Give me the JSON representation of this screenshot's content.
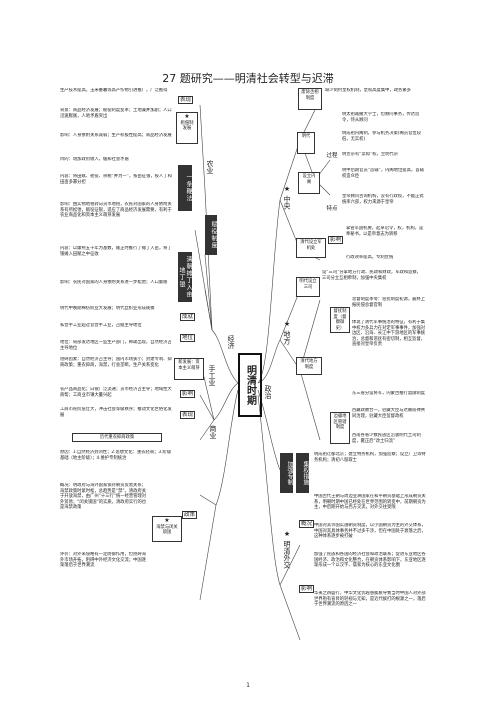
{
  "title": "27 题研究——明清社会转型与迟滞",
  "center": "明清时期",
  "page_number": "1",
  "economy": {
    "label": "经济",
    "agriculture": {
      "label": "农业",
      "tag1": "表现",
      "tag1_text": "生产技术提高，玉米番薯等高产作物引进推广，广泛推得",
      "rent": {
        "label": "租佃制发展",
        "star": "★",
        "text1": "背景：商品经济发展；赋役制度变革；土地兼并加剧；人口迅速膨胀，人地矛盾突出",
        "text2": "影响：人身依附关系减弱；生产积极性提高；商品经济发展"
      },
      "tiaobian": {
        "label": "一条鞭法",
        "text1": "目的：增加政府收入，缓和社会矛盾",
        "text2": "内容：将田赋、徭役、杂税“并为一”，按亩征银，按人丁和田亩多寡分担",
        "text3": "影响：由实物地租转向货币地租，农民对国家的人身依附关系有所松弛，赋役征银，适应了商品经济发展需要，有利于农业商品化和资本主义萌芽发展"
      },
      "tanding": {
        "label": "清朝摊丁入亩地丁银",
        "text1": "内容：以康熙五十年为基数，雍正时推行了摊丁入亩，将丁银摊入田赋之中征收",
        "text2": "影响：农民对国家的人身依附关系进一步松弛；人口膨胀"
      },
      "fuyi": "赋役制度"
    },
    "handicraft": {
      "label": "手工业",
      "tag_cheng": "成就",
      "tag_cheng_text": "明代中晚期棉纺织业大发展；明代丝织业形成规模",
      "text1": "私营手工业超过官营手工业，占据主导地位",
      "tag_ti": "地位",
      "text2": "地位：局部发达地区一些生产部门，稀疏出现，自然经济占主导地位",
      "text3": "阻碍因素：自然经济占主导；国内市场狭小；封建专制、抑商政策；重农抑商，海禁，行会垄断，生产关系变化",
      "zibenzhuyi": "新发展：资本主义萌芽",
      "tag_ying": "影响",
      "text4": "农产品商品化；白银广泛流通；货币经济占主导；地域性大商帮；工商业市镇大量兴起",
      "tag_ji": "表现",
      "text5": "工商市民阶层壮大，冲击社会等级秩序；推动文化世俗化发展"
    },
    "commerce": {
      "label": "商业",
      "tag_zheng": "政策",
      "tag_zheng_label": "历代重农抑商政策",
      "text1": "原因：1.自然经济封闭性；2.思想文化：重农轻商；3.阶级基础（地主阶级）；4.维护专制统治",
      "haijin": "海禁与闭关锁国",
      "star": "★",
      "text2": "概况：明政府与海外国家保持朝贡贸易关系；海禁政策时紧时松，总趋势是“禁”。清政府关于开放海禁，由广州“十三行”统一经营管理对外贸易；“闭关锁国”的实质，清政府实行的也是海禁政策",
      "text3": "评价：对外来侵略有一定防御作用，但阻碍海外市场开拓，阻碍中外经济文化交流；中国逐渐落后于世界潮流"
    }
  },
  "politics": {
    "label": "政治",
    "central": {
      "label": "中央",
      "star": "★",
      "ming": {
        "label": "明代",
        "chancellor": "废除丞相制度",
        "chancellor_text": "缺少制约皇权机制，皇权高度集中，政务繁多",
        "process": "过程",
        "proc1": "明太祖裁撤大学士，但顾问事务，传达旨令，侍从顾问",
        "proc2": "明成祖内阁制，参与机务决策(阁员官位较低，无实权)",
        "proc3": "明宣宗有“票拟”权，至明代宗",
        "proc4": "明中后期官员“首辅”，内阁地位提高，首辅权造众臣",
        "tedian": "特点",
        "td1": "皇帝顾问咨询机构，没有行政权，不能正式统率六部，权力来源于皇帝",
        "neige": "设立内阁"
      },
      "qing": {
        "label": "清代设立军机处",
        "yingxiang": "影响",
        "text1": "掌管军国机要，起草诏令，权，机构，是奉秘书，以是帝意志为转移",
        "text2": "行政效率提高，专制宣统"
      }
    },
    "local": {
      "label": "地方",
      "star": "★",
      "ming": {
        "label": "明代设立三司",
        "text": "设“三司”分掌地方行政、民政和财政，军政和监察，三司分立互相牵制，加强中央集权"
      },
      "qing": {
        "label": "清代地方制度",
        "duhu": "督抚制度（督察御史）",
        "text1": "总督制度革零：巡抚制度初源，最终上报民侵总督官制",
        "text2": "体现了清代军事统治的特征，有利于集中权力多兵力在对定军事事件，加强对边区、沿海、长江中下游地区的军事统治，总督和巡抚有密切制，相互监督，直接对皇帝负责",
        "biancai": "边疆地区管辖制度",
        "text3": "东三省分设将军，内蒙古推行盟旗制度",
        "text4": "西藏政教合一，驻藏大臣与达赖班禅共同治理，驻藏大臣监督政权",
        "text5": "西南各省少数民族区沿袭明代土司制度，雍正后“改土归流”"
      }
    },
    "autocracy": {
      "label": "加强专制",
      "label2": "集权措施",
      "text": "明成祖迁都北京；建立特务机构，加强监察；设立厂卫等特务机构；清初八股取士"
    }
  },
  "foreign": {
    "label": "明清外交",
    "star": "★",
    "overview": "概况",
    "text1": "中国古代王朝与周边亚洲国家在和平朝贡基础上形成朝贡关系，明朝时期中国已经处在世界范围的转变中，前期朝贡为主，中后期开始与西方交流，对外交往受限",
    "text2": "中国对其邻国实施朝贡制度，以小国朝贡为主的外交体系，中国对其具体事务并不过多干涉，但在中国处于衰落之后，这种体系逐步被打破",
    "influence": "影响",
    "text3": "加强了民族和各国的经济社会和政治联系；促进东亚地区各国经济、政治和文化整合，在朝贡体系影响下，东亚地区逐渐形成一个以汉字、儒家为核心的东亚文化圈",
    "text4": "华夷之辨盛行，中华文化优越感膨胀导致当时中国人对外部世界抱有盲目的轻视与无知，是近代挨打的根源之一，落后于世界潮流的原因之一"
  }
}
